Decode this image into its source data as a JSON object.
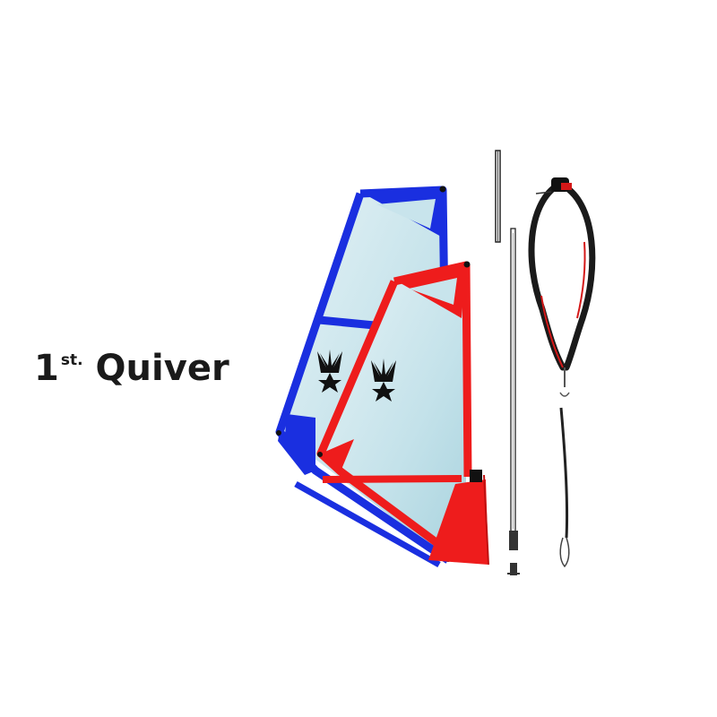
{
  "title": {
    "number": "1",
    "ordinal_suffix": "st.",
    "word": "Quiver"
  },
  "items": [
    {
      "name": "blue-sail",
      "color": "#1a2fe0"
    },
    {
      "name": "red-sail",
      "color": "#ee1c1c"
    },
    {
      "name": "mast",
      "color": "#222222"
    },
    {
      "name": "wishbone-boom",
      "color": "#1a1a1a"
    }
  ],
  "colors": {
    "sail_panel": "#c8e4ec",
    "logo": "#111111"
  }
}
